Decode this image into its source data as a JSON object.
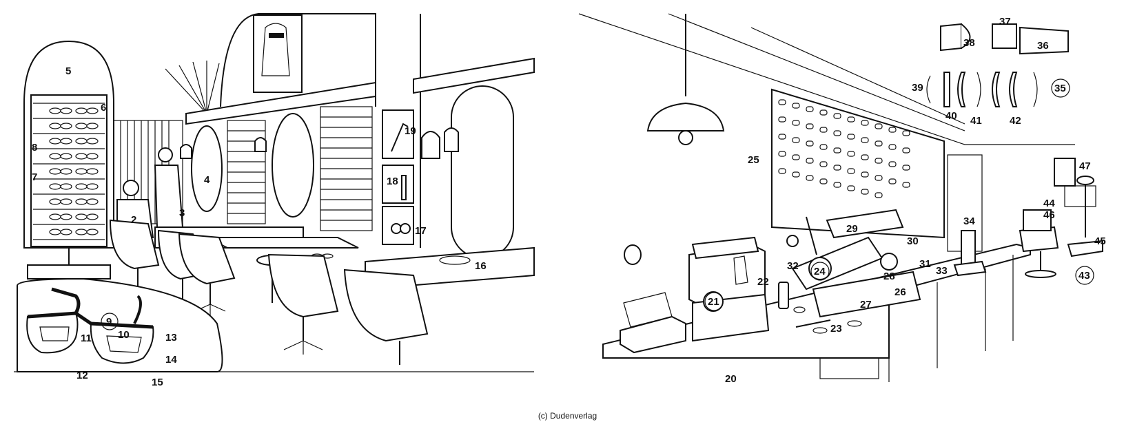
{
  "credit": "(c) Dudenverlag",
  "labels": {
    "n2": "2",
    "n3": "3",
    "n4": "4",
    "n5": "5",
    "n6": "6",
    "n7": "7",
    "n8": "8",
    "n9": "9",
    "n10": "10",
    "n11": "11",
    "n12": "12",
    "n13": "13",
    "n14": "14",
    "n15": "15",
    "n16": "16",
    "n17": "17",
    "n18": "18",
    "n19": "19",
    "n20": "20",
    "n21": "21",
    "n22": "22",
    "n23": "23",
    "n24": "24",
    "n25": "25",
    "n26": "26",
    "n27": "27",
    "n28": "28",
    "n29": "29",
    "n30": "30",
    "n31": "31",
    "n32": "32",
    "n33": "33",
    "n34": "34",
    "n35": "35",
    "n36": "36",
    "n37": "37",
    "n38": "38",
    "n39": "39",
    "n40": "40",
    "n41": "41",
    "n42": "42",
    "n43": "43",
    "n44": "44",
    "n45": "45",
    "n46": "46",
    "n47": "47"
  }
}
